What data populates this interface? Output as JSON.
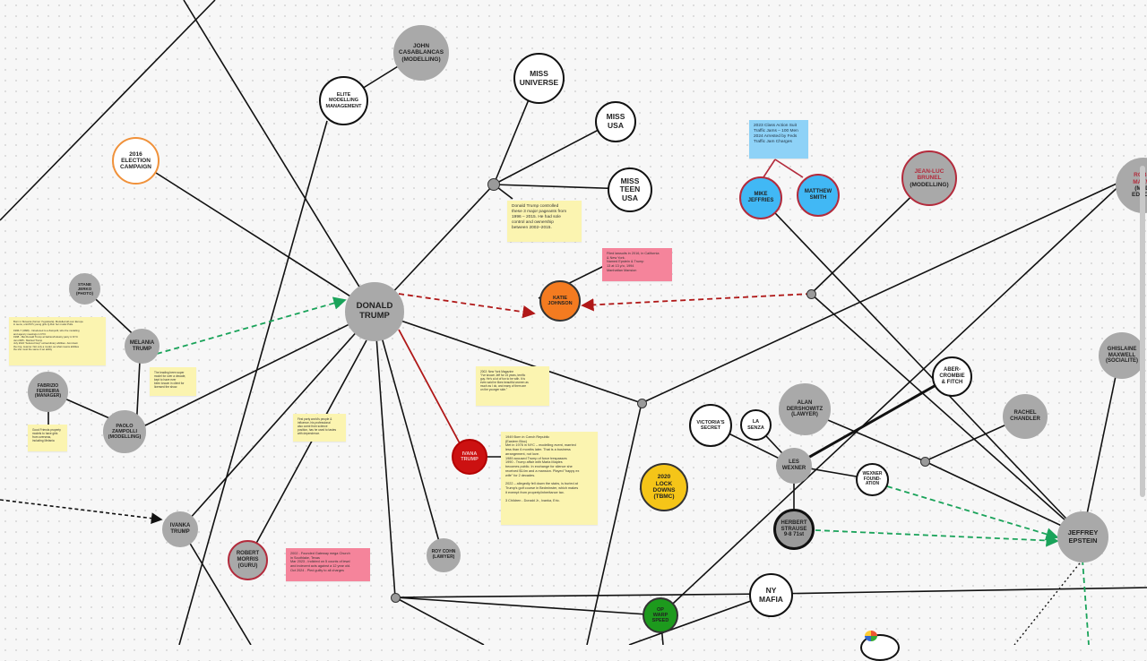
{
  "nodes": {
    "donald_trump": "DONALD\nTRUMP",
    "john_casablancas": "JOHN\nCASABLANCAS\n(MODELLING)",
    "elite_modelling": "ELITE\nMODELLING\nMANAGEMENT",
    "election_2016": "2016\nELECTION\nCAMPAIGN",
    "miss_universe": "MISS\nUNIVERSE",
    "miss_usa": "MISS\nUSA",
    "miss_teen_usa": "MISS\nTEEN\nUSA",
    "mike_jeffries": "MIKE\nJEFFRIES",
    "matthew_smith": "MATTHEW\nSMITH",
    "jean_luc_brunel_name": "JEAN-LUC\nBRUNEL",
    "jean_luc_brunel_role": "(MODELLING)",
    "robert_maxwell_name": "ROBE\nMAXW",
    "robert_maxwell_role": "(MED\nEDUCA",
    "stane_jerko": "STANE\nJERKO\n(PHOTO)",
    "melania_trump": "MELANIA\nTRUMP",
    "fabrizio_ferreira": "FABRIZIO\nFERREIRA\n(MANAGER)",
    "paolo_zampolli": "PAOLO\nZAMPOLLI\n(MODELLING)",
    "katie_johnson": "KATIE\nJOHNSON",
    "ivana_trump": "IVANA\nTRUMP",
    "ivanka_trump": "IVANKA\nTRUMP",
    "robert_morris": "ROBERT\nMORRIS\n(GURU)",
    "roy_cohn": "ROY COHN\n(LAWYER)",
    "lockdowns_2020": "2020\nLOCK\nDOWNS\n(TBMC)",
    "op_warp_speed": "OP\nWARP\nSPEED",
    "ny_mafia": "NY\nMAFIA",
    "victorias_secret": "VICTORIA'S\nSECRET",
    "la_senza": "LA\nSENZA",
    "les_wexner": "LES\nWEXNER",
    "wexner_foundation": "WEXNER\nFOUND-\nATION",
    "herbert_strause": "HERBERT\nSTRAUSE\n9-8 71st",
    "alan_dershowitz": "ALAN\nDERSHOWITZ\n(LAWYER)",
    "abercrombie": "ABER-\nCROMBIE\n& FITCH",
    "rachel_chandler": "RACHEL\nCHANDLER",
    "ghislaine_maxwell": "GHISLAINE\nMAXWELL\n(SOCIALITE)",
    "jeffrey_epstein": "JEFFREY\nEPSTEIN"
  },
  "notes": {
    "pageants": "Donald Trump controlled\nthese 3 major pageants from\n1996 – 2015. He had sole\ncontrol and ownership\nbetween 2002–2015.",
    "katie": "Filed lawsuits in 2016, in California\n& New York.\nNamed Epstein & Trump\n13 at 13 y/o, 1994\nManhattan Mansion",
    "jeffries": "2023 Class Action Suit\nTraffic Jams – 100 Men\n2024 Arrested by Feds\nTraffic Jam Charges",
    "melania_bio": "Born in Slovenia (former Yugoslavia). Modelled all over Europe\nin teens, until PZ's young girls Q-Run her model Polls.\n\n1996-7 (1998) - Introduced to a Zampolli, who the modeling\nand agency meetings in NYC\n1998 - Met Donald Trump at fashion/Industry party in NYC\nJan 2005 - Married Trump\nJuly 2024 \"beloved Gup\" extraordinary abilities. Just down\nthe ring. Jeanne: Not only a model, as what means abilities\nthe she must the same in an ability",
    "melania_side": "The leading been super\nmodel for over a decade,\nkept to have ever\nbeen known in client for\nlicensed the show.",
    "fabrizio": "Good Friends property\nmodels to have girls\nfrom overseas,\nincluding Melania",
    "ivanka_note": "First party world's people &\ninfluence, his professional\nalso come from science\nposition, has he used to tastes\nwith dependence.",
    "nymag": "2002: New York Magazine\n\"I've known Jeff for 15 years, terrific\nguy. He's a lot of fun to be with. It is\neven said he likes beautiful women as\nmuch as I do, and many of them are\non the younger side.\"",
    "ivana_bio": "1949 Born in Czech Republic\n(Eastern Bloc)\nMet in 1976 in NYC – modelling event, married\nless than 6 months later. That is a business\narrangement, not love.\n1989 accused Trump of force trespasses\n1990 - Trump affair with Marla Maples\nbecomes public. In exchange for silence she\nreceived $14m and a mansion. Played \"happy ex\nwife\" for 2 decades.\n\n2022 – allegedly fell down the stairs, is buried at\nTrump's golf course in Bedminster, which makes\nit exempt from property/inheritance tax.\n\n3 Children - Donald Jr., Ivanka, Eric.",
    "morris": "2002 - Founded Gateway mega Church\nin Southlake, Texas\nMar 2023 - Indicted on 5 counts of lewd\nand indecent acts against a 12 year old.\nOct 2024 - Pled guilty to all charges"
  }
}
